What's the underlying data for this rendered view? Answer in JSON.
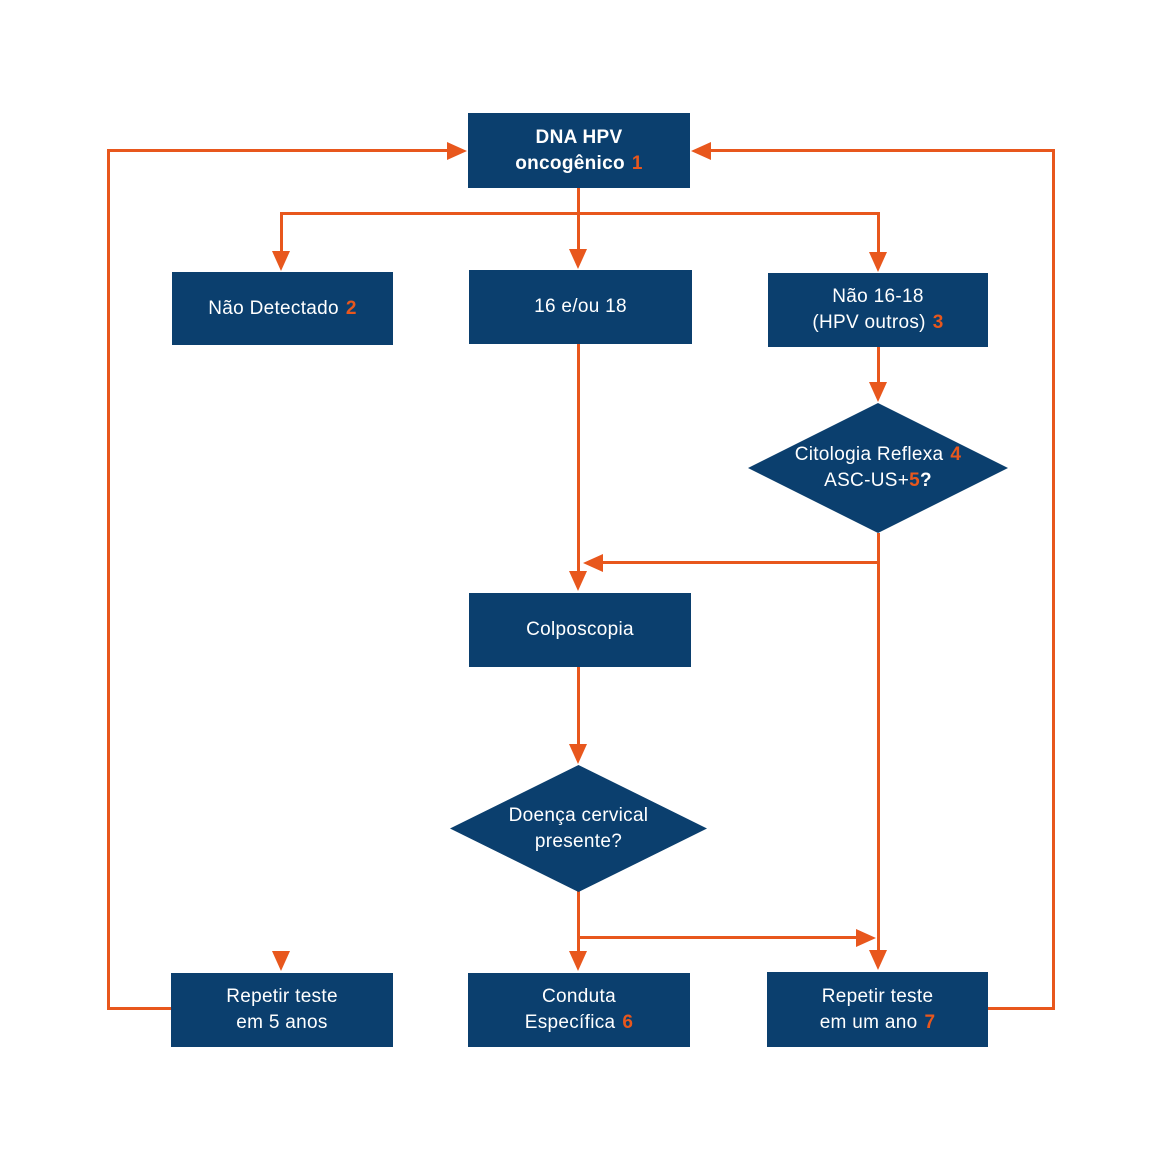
{
  "colors": {
    "navy": "#0B3F6E",
    "orange": "#E8571D"
  },
  "nodes": {
    "dna_hpv": {
      "line1": "DNA HPV",
      "line2": "oncogênico",
      "num": "1"
    },
    "nao_detectado": {
      "label": "Não Detectado",
      "num": "2"
    },
    "hpv_16_18": {
      "label": "16 e/ou 18"
    },
    "nao_16_18": {
      "line1": "Não 16-18",
      "line2": "(HPV outros)",
      "num": "3"
    },
    "citologia": {
      "line1": "Citologia Reflexa",
      "num1": "4",
      "line2": "ASC-US+",
      "num2": "5",
      "question": "?"
    },
    "colposcopia": {
      "label": "Colposcopia"
    },
    "doenca": {
      "line1": "Doença cervical",
      "line2": "presente?"
    },
    "repetir_5anos": {
      "line1": "Repetir teste",
      "line2": "em 5 anos"
    },
    "conduta": {
      "line1": "Conduta",
      "line2": "Específica",
      "num": "6"
    },
    "repetir_1ano": {
      "line1": "Repetir teste",
      "line2": "em um ano",
      "num": "7"
    }
  },
  "edges": [
    {
      "from": "dna_hpv",
      "to": "nao_detectado"
    },
    {
      "from": "dna_hpv",
      "to": "hpv_16_18"
    },
    {
      "from": "dna_hpv",
      "to": "nao_16_18"
    },
    {
      "from": "nao_16_18",
      "to": "citologia"
    },
    {
      "from": "citologia",
      "to": "colposcopia"
    },
    {
      "from": "hpv_16_18",
      "to": "colposcopia"
    },
    {
      "from": "colposcopia",
      "to": "doenca"
    },
    {
      "from": "doenca",
      "to": "conduta"
    },
    {
      "from": "doenca",
      "to": "repetir_1ano"
    },
    {
      "from": "citologia",
      "to": "repetir_1ano"
    },
    {
      "from": "nao_detectado",
      "to": "repetir_5anos"
    },
    {
      "from": "repetir_5anos",
      "to": "dna_hpv"
    },
    {
      "from": "repetir_1ano",
      "to": "dna_hpv"
    }
  ]
}
